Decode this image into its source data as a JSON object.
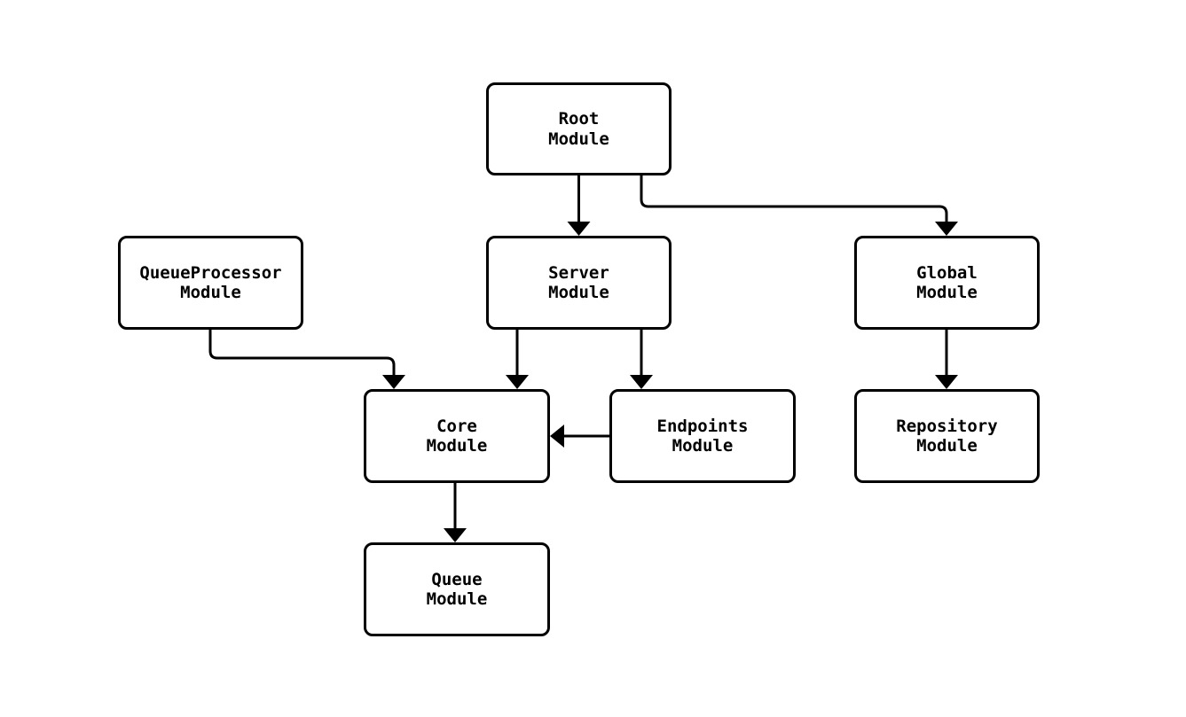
{
  "diagram": {
    "type": "module-dependency-flowchart",
    "colors": {
      "background": "#ffffff",
      "node_fill": "#ffffff",
      "node_border": "#000000",
      "edge_stroke": "#000000",
      "text": "#000000"
    },
    "nodes": [
      {
        "id": "root",
        "label": "Root\nModule"
      },
      {
        "id": "queueprocessor",
        "label": "QueueProcessor\nModule"
      },
      {
        "id": "server",
        "label": "Server\nModule"
      },
      {
        "id": "global",
        "label": "Global\nModule"
      },
      {
        "id": "core",
        "label": "Core\nModule"
      },
      {
        "id": "endpoints",
        "label": "Endpoints\nModule"
      },
      {
        "id": "repository",
        "label": "Repository\nModule"
      },
      {
        "id": "queue",
        "label": "Queue\nModule"
      }
    ],
    "edges": [
      {
        "from": "Root Module",
        "to": "Server Module"
      },
      {
        "from": "Root Module",
        "to": "Global Module"
      },
      {
        "from": "QueueProcessor Module",
        "to": "Core Module"
      },
      {
        "from": "Server Module",
        "to": "Core Module"
      },
      {
        "from": "Server Module",
        "to": "Endpoints Module"
      },
      {
        "from": "Endpoints Module",
        "to": "Core Module"
      },
      {
        "from": "Global Module",
        "to": "Repository Module"
      },
      {
        "from": "Core Module",
        "to": "Queue Module"
      }
    ]
  }
}
